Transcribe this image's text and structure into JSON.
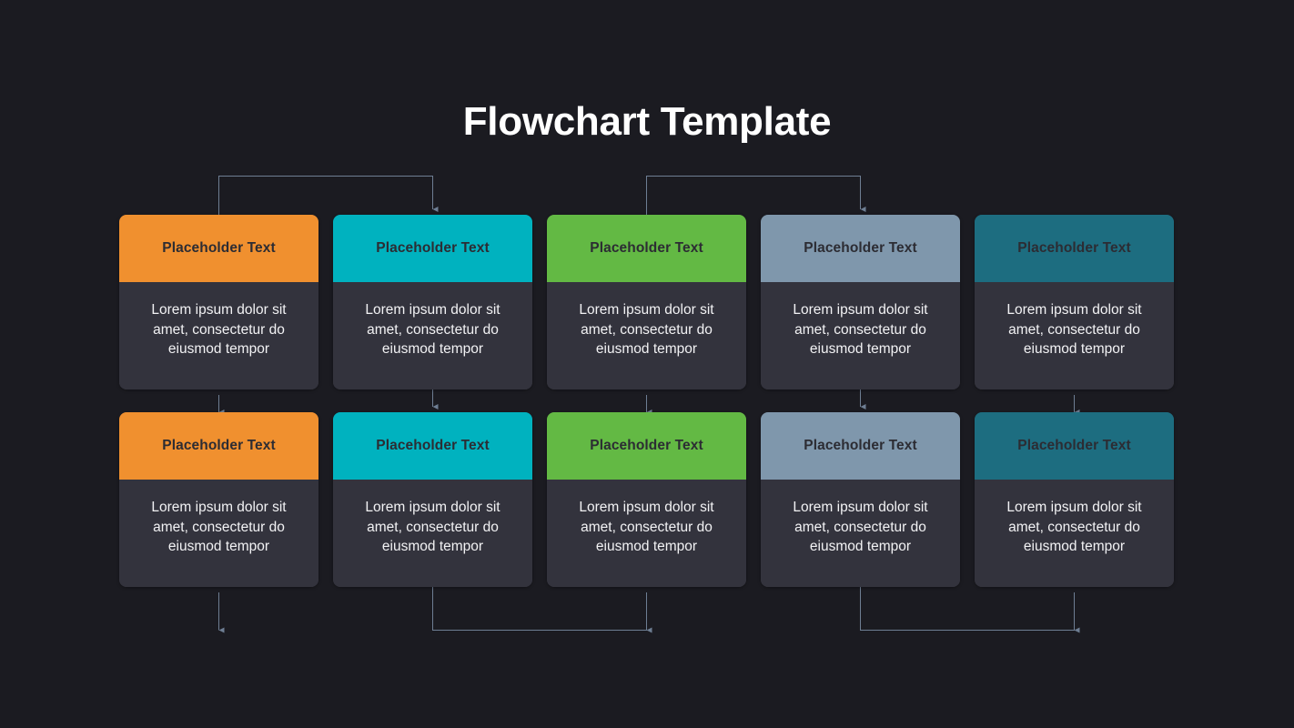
{
  "slide": {
    "title": "Flowchart Template",
    "background_color": "#1b1b21",
    "title_color": "#ffffff",
    "card_body_color": "#33333d",
    "card_body_text_color": "#f2f2f4",
    "card_header_text_color": "#2c2c33",
    "connector_color": "#6e7e93"
  },
  "cards": {
    "body_text": "Lorem ipsum dolor sit amet, consectetur do eiusmod tempor",
    "body_lines": [
      "Lorem ipsum dolor",
      "sit amet, consectetur",
      "do eiusmod tempor"
    ]
  },
  "rows": [
    {
      "name": "top-row",
      "cards": [
        {
          "header": "Placeholder Text",
          "color": "#f0902f",
          "body": "Lorem ipsum dolor sit amet, consectetur do eiusmod tempor"
        },
        {
          "header": "Placeholder Text",
          "color": "#00b2bf",
          "body": "Lorem ipsum dolor sit amet, consectetur do eiusmod tempor"
        },
        {
          "header": "Placeholder Text",
          "color": "#63b944",
          "body": "Lorem ipsum dolor sit amet, consectetur do eiusmod tempor"
        },
        {
          "header": "Placeholder Text",
          "color": "#7f97ac",
          "body": "Lorem ipsum dolor sit amet, consectetur do eiusmod tempor"
        },
        {
          "header": "Placeholder Text",
          "color": "#1d6d80",
          "body": "Lorem ipsum dolor sit amet, consectetur do eiusmod tempor"
        }
      ]
    },
    {
      "name": "bottom-row",
      "cards": [
        {
          "header": "Placeholder Text",
          "color": "#f0902f",
          "body": "Lorem ipsum dolor sit amet, consectetur do eiusmod tempor"
        },
        {
          "header": "Placeholder Text",
          "color": "#00b2bf",
          "body": "Lorem ipsum dolor sit amet, consectetur do eiusmod tempor"
        },
        {
          "header": "Placeholder Text",
          "color": "#63b944",
          "body": "Lorem ipsum dolor sit amet, consectetur do eiusmod tempor"
        },
        {
          "header": "Placeholder Text",
          "color": "#7f97ac",
          "body": "Lorem ipsum dolor sit amet, consectetur do eiusmod tempor"
        },
        {
          "header": "Placeholder Text",
          "color": "#1d6d80",
          "body": "Lorem ipsum dolor sit amet, consectetur do eiusmod tempor"
        }
      ]
    }
  ],
  "connectors": [
    {
      "name": "top-bracket-col1-to-col2",
      "from_column": 1,
      "to_column": 2,
      "direction": "down-into-top-row"
    },
    {
      "name": "top-bracket-col3-to-col4",
      "from_column": 3,
      "to_column": 4,
      "direction": "down-into-top-row"
    },
    {
      "name": "inter-row-col1",
      "column": 1,
      "direction": "up"
    },
    {
      "name": "inter-row-col2",
      "column": 2,
      "direction": "down"
    },
    {
      "name": "inter-row-col3",
      "column": 3,
      "direction": "up"
    },
    {
      "name": "inter-row-col4",
      "column": 4,
      "direction": "down"
    },
    {
      "name": "inter-row-col5",
      "column": 5,
      "direction": "up"
    },
    {
      "name": "bottom-stub-col1",
      "column": 1,
      "direction": "up-into-bottom-row"
    },
    {
      "name": "bottom-bracket-col2-to-col3",
      "from_column": 2,
      "to_column": 3,
      "direction": "up-into-bottom-row"
    },
    {
      "name": "bottom-bracket-col4-to-col5",
      "from_column": 4,
      "to_column": 5,
      "direction": "up-into-bottom-row"
    }
  ]
}
